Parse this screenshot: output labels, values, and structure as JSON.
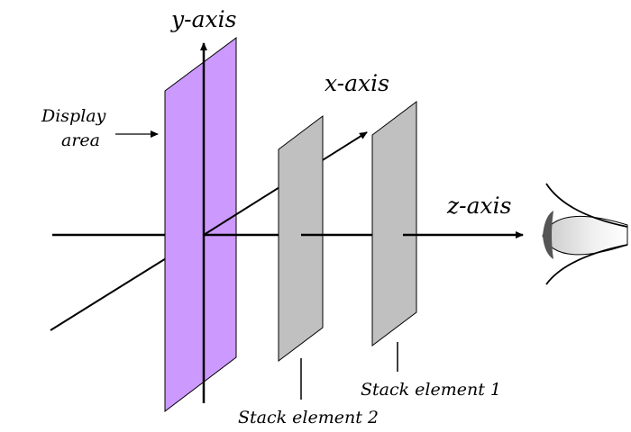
{
  "labels": {
    "y_axis": "y-axis",
    "x_axis": "x-axis",
    "z_axis": "z-axis",
    "display_area_line1": "Display",
    "display_area_line2": "area",
    "stack_element_1": "Stack element 1",
    "stack_element_2": "Stack element 2"
  },
  "colors": {
    "display_area": "#cc99ff",
    "stack_element": "#c0c0c0",
    "outline": "#000000"
  },
  "icons": {
    "viewer": "eye-icon"
  }
}
